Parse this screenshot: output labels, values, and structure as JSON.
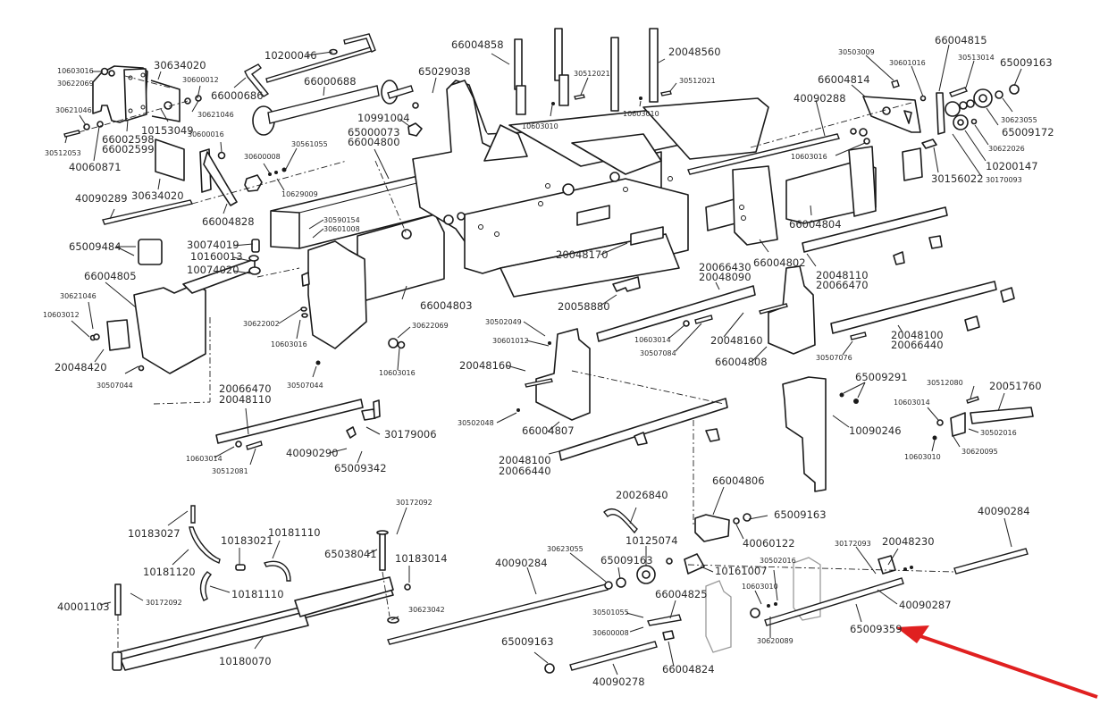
{
  "title": "Exploded parts diagram",
  "highlight": {
    "part": "65009359",
    "color": "#e02020"
  },
  "labels": [
    {
      "id": "p10603016a",
      "text": "10603016",
      "size": "s"
    },
    {
      "id": "p30622069a",
      "text": "30622069",
      "size": "s"
    },
    {
      "id": "p30634020a",
      "text": "30634020",
      "size": "l"
    },
    {
      "id": "p30600012",
      "text": "30600012",
      "size": "s"
    },
    {
      "id": "p30621046a",
      "text": "30621046",
      "size": "s"
    },
    {
      "id": "p30621046b",
      "text": "30621046",
      "size": "s"
    },
    {
      "id": "p10153049",
      "text": "10153049",
      "size": "l"
    },
    {
      "id": "p66002598",
      "text": "66002598",
      "size": "l"
    },
    {
      "id": "p66002599",
      "text": "66002599",
      "size": "l"
    },
    {
      "id": "p30512053",
      "text": "30512053",
      "size": "s"
    },
    {
      "id": "p40060871",
      "text": "40060871",
      "size": "l"
    },
    {
      "id": "p30600016",
      "text": "30600016",
      "size": "s"
    },
    {
      "id": "p30634020b",
      "text": "30634020",
      "size": "l"
    },
    {
      "id": "p40090289",
      "text": "40090289",
      "size": "l"
    },
    {
      "id": "p66004828",
      "text": "66004828",
      "size": "l"
    },
    {
      "id": "p10200046",
      "text": "10200046",
      "size": "l"
    },
    {
      "id": "p66000686",
      "text": "66000686",
      "size": "l"
    },
    {
      "id": "p66000688",
      "text": "66000688",
      "size": "l"
    },
    {
      "id": "p30600008a",
      "text": "30600008",
      "size": "s"
    },
    {
      "id": "p30561055",
      "text": "30561055",
      "size": "s"
    },
    {
      "id": "p10629009",
      "text": "10629009",
      "size": "s"
    },
    {
      "id": "p10991004",
      "text": "10991004",
      "size": "l"
    },
    {
      "id": "p65000073",
      "text": "65000073",
      "size": "l"
    },
    {
      "id": "p66004800",
      "text": "66004800",
      "size": "l"
    },
    {
      "id": "p65029038",
      "text": "65029038",
      "size": "l"
    },
    {
      "id": "p66004858",
      "text": "66004858",
      "size": "l"
    },
    {
      "id": "p30512021a",
      "text": "30512021",
      "size": "s"
    },
    {
      "id": "p10603010a",
      "text": "10603010",
      "size": "s"
    },
    {
      "id": "p20048560",
      "text": "20048560",
      "size": "l"
    },
    {
      "id": "p30512021b",
      "text": "30512021",
      "size": "s"
    },
    {
      "id": "p10603010b",
      "text": "10603010",
      "size": "s"
    },
    {
      "id": "p30503009",
      "text": "30503009",
      "size": "s"
    },
    {
      "id": "p30601016",
      "text": "30601016",
      "size": "s"
    },
    {
      "id": "p66004815",
      "text": "66004815",
      "size": "l"
    },
    {
      "id": "p30513014",
      "text": "30513014",
      "size": "s"
    },
    {
      "id": "p65009163a",
      "text": "65009163",
      "size": "l"
    },
    {
      "id": "p66004814",
      "text": "66004814",
      "size": "l"
    },
    {
      "id": "p40090288",
      "text": "40090288",
      "size": "l"
    },
    {
      "id": "p30623055a",
      "text": "30623055",
      "size": "s"
    },
    {
      "id": "p65009172",
      "text": "65009172",
      "size": "l"
    },
    {
      "id": "p30622026",
      "text": "30622026",
      "size": "s"
    },
    {
      "id": "p10200147",
      "text": "10200147",
      "size": "l"
    },
    {
      "id": "p10603016b",
      "text": "10603016",
      "size": "s"
    },
    {
      "id": "p30156022",
      "text": "30156022",
      "size": "l"
    },
    {
      "id": "p30170093",
      "text": "30170093",
      "size": "s"
    },
    {
      "id": "p66004804",
      "text": "66004804",
      "size": "l"
    },
    {
      "id": "p65009484",
      "text": "65009484",
      "size": "l"
    },
    {
      "id": "p30590154",
      "text": "30590154",
      "size": "s"
    },
    {
      "id": "p30601008",
      "text": "30601008",
      "size": "s"
    },
    {
      "id": "p30074019",
      "text": "30074019",
      "size": "l"
    },
    {
      "id": "p10160013",
      "text": "10160013",
      "size": "l"
    },
    {
      "id": "p10074020",
      "text": "10074020",
      "size": "l"
    },
    {
      "id": "p66004805",
      "text": "66004805",
      "size": "l"
    },
    {
      "id": "p30621046c",
      "text": "30621046",
      "size": "s"
    },
    {
      "id": "p10603012a",
      "text": "10603012",
      "size": "s"
    },
    {
      "id": "p20048420",
      "text": "20048420",
      "size": "l"
    },
    {
      "id": "p30507044a",
      "text": "30507044",
      "size": "s"
    },
    {
      "id": "p30622002",
      "text": "30622002",
      "size": "s"
    },
    {
      "id": "p10603016c",
      "text": "10603016",
      "size": "s"
    },
    {
      "id": "p30507044b",
      "text": "30507044",
      "size": "s"
    },
    {
      "id": "p66004803",
      "text": "66004803",
      "size": "l"
    },
    {
      "id": "p30622069b",
      "text": "30622069",
      "size": "s"
    },
    {
      "id": "p10603016d",
      "text": "10603016",
      "size": "s"
    },
    {
      "id": "p20048170",
      "text": "20048170",
      "size": "l"
    },
    {
      "id": "p20058880",
      "text": "20058880",
      "size": "l"
    },
    {
      "id": "p66004802",
      "text": "66004802",
      "size": "l"
    },
    {
      "id": "p20066430",
      "text": "20066430",
      "size": "l"
    },
    {
      "id": "p20048090",
      "text": "20048090",
      "size": "l"
    },
    {
      "id": "p10603014a",
      "text": "10603014",
      "size": "s"
    },
    {
      "id": "p30507084",
      "text": "30507084",
      "size": "s"
    },
    {
      "id": "p20048160a",
      "text": "20048160",
      "size": "l"
    },
    {
      "id": "p66004808",
      "text": "66004808",
      "size": "l"
    },
    {
      "id": "p20048110a",
      "text": "20048110",
      "size": "l"
    },
    {
      "id": "p20066470a",
      "text": "20066470",
      "size": "l"
    },
    {
      "id": "p20048100a",
      "text": "20048100",
      "size": "l"
    },
    {
      "id": "p20066440a",
      "text": "20066440",
      "size": "l"
    },
    {
      "id": "p30507076",
      "text": "30507076",
      "size": "s"
    },
    {
      "id": "p30502049",
      "text": "30502049",
      "size": "s"
    },
    {
      "id": "p30601012",
      "text": "30601012",
      "size": "s"
    },
    {
      "id": "p20048160b",
      "text": "20048160",
      "size": "l"
    },
    {
      "id": "p30502048",
      "text": "30502048",
      "size": "s"
    },
    {
      "id": "p66004807",
      "text": "66004807",
      "size": "l"
    },
    {
      "id": "p20048100b",
      "text": "20048100",
      "size": "l"
    },
    {
      "id": "p20066440b",
      "text": "20066440",
      "size": "l"
    },
    {
      "id": "p20066470b",
      "text": "20066470",
      "size": "l"
    },
    {
      "id": "p20048110b",
      "text": "20048110",
      "size": "l"
    },
    {
      "id": "p10603014b",
      "text": "10603014",
      "size": "s"
    },
    {
      "id": "p30512081",
      "text": "30512081",
      "size": "s"
    },
    {
      "id": "p40090290",
      "text": "40090290",
      "size": "l"
    },
    {
      "id": "p65009342",
      "text": "65009342",
      "size": "l"
    },
    {
      "id": "p30179006",
      "text": "30179006",
      "size": "l"
    },
    {
      "id": "p65009291",
      "text": "65009291",
      "size": "l"
    },
    {
      "id": "p10090246",
      "text": "10090246",
      "size": "l"
    },
    {
      "id": "p30512080",
      "text": "30512080",
      "size": "s"
    },
    {
      "id": "p20051760",
      "text": "20051760",
      "size": "l"
    },
    {
      "id": "p10603014c",
      "text": "10603014",
      "size": "s"
    },
    {
      "id": "p30502016a",
      "text": "30502016",
      "size": "s"
    },
    {
      "id": "p10603010c",
      "text": "10603010",
      "size": "s"
    },
    {
      "id": "p30620095",
      "text": "30620095",
      "size": "s"
    },
    {
      "id": "p10183027",
      "text": "10183027",
      "size": "l"
    },
    {
      "id": "p10181120",
      "text": "10181120",
      "size": "l"
    },
    {
      "id": "p10183021",
      "text": "10183021",
      "size": "l"
    },
    {
      "id": "p10181110a",
      "text": "10181110",
      "size": "l"
    },
    {
      "id": "p10181110b",
      "text": "10181110",
      "size": "l"
    },
    {
      "id": "p30172092a",
      "text": "30172092",
      "size": "s"
    },
    {
      "id": "p65038041",
      "text": "65038041",
      "size": "l"
    },
    {
      "id": "p10183014",
      "text": "10183014",
      "size": "l"
    },
    {
      "id": "p40001103",
      "text": "40001103",
      "size": "l"
    },
    {
      "id": "p30172092b",
      "text": "30172092",
      "size": "s"
    },
    {
      "id": "p30623042",
      "text": "30623042",
      "size": "s"
    },
    {
      "id": "p10180070",
      "text": "10180070",
      "size": "l"
    },
    {
      "id": "p20026840",
      "text": "20026840",
      "size": "l"
    },
    {
      "id": "p66004806",
      "text": "66004806",
      "size": "l"
    },
    {
      "id": "p65009163b",
      "text": "65009163",
      "size": "l"
    },
    {
      "id": "p40060122",
      "text": "40060122",
      "size": "l"
    },
    {
      "id": "p30623055b",
      "text": "30623055",
      "size": "s"
    },
    {
      "id": "p65009163c",
      "text": "65009163",
      "size": "l"
    },
    {
      "id": "p10125074",
      "text": "10125074",
      "size": "l"
    },
    {
      "id": "p10161007",
      "text": "10161007",
      "size": "l"
    },
    {
      "id": "p40090284a",
      "text": "40090284",
      "size": "l"
    },
    {
      "id": "p66004825",
      "text": "66004825",
      "size": "l"
    },
    {
      "id": "p30501055",
      "text": "30501055",
      "size": "s"
    },
    {
      "id": "p30600008b",
      "text": "30600008",
      "size": "s"
    },
    {
      "id": "p30502016b",
      "text": "30502016",
      "size": "s"
    },
    {
      "id": "p10603010d",
      "text": "10603010",
      "size": "s"
    },
    {
      "id": "p30620089",
      "text": "30620089",
      "size": "s"
    },
    {
      "id": "p65009163d",
      "text": "65009163",
      "size": "l"
    },
    {
      "id": "p40090278",
      "text": "40090278",
      "size": "l"
    },
    {
      "id": "p66004824",
      "text": "66004824",
      "size": "l"
    },
    {
      "id": "p30172093",
      "text": "30172093",
      "size": "s"
    },
    {
      "id": "p20048230",
      "text": "20048230",
      "size": "l"
    },
    {
      "id": "p40090284b",
      "text": "40090284",
      "size": "l"
    },
    {
      "id": "p40090287",
      "text": "40090287",
      "size": "l"
    },
    {
      "id": "p65009359",
      "text": "65009359",
      "size": "l"
    }
  ]
}
